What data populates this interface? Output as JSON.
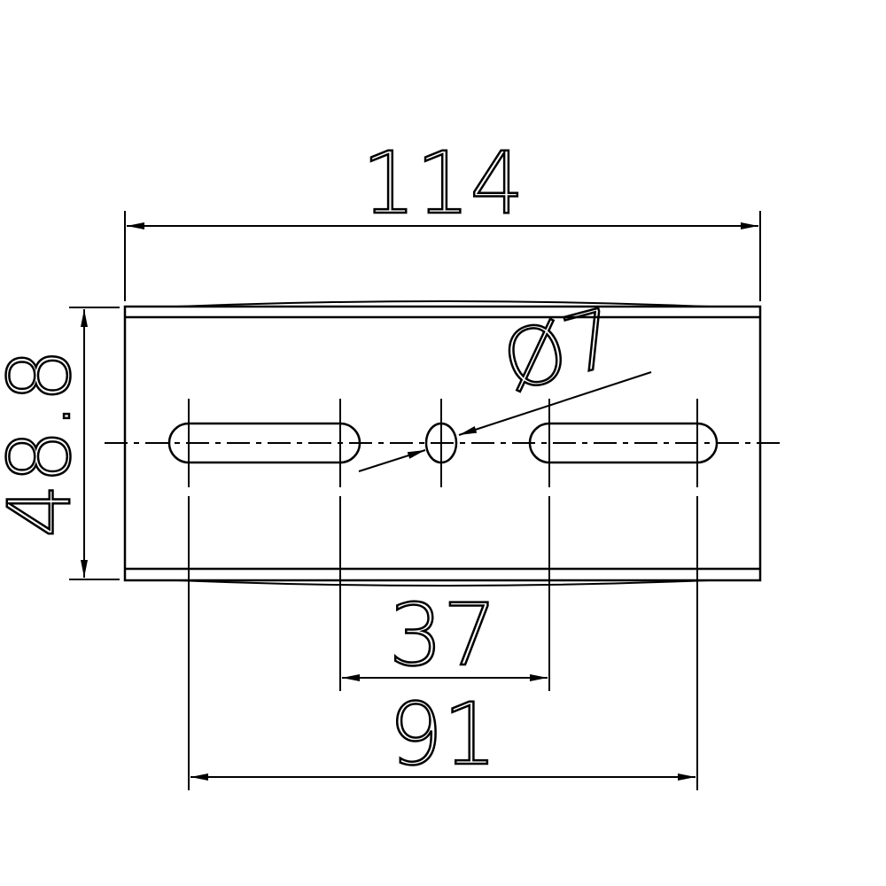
{
  "drawing": {
    "dimensions": {
      "overall_width": "114",
      "height": "48.8",
      "slot_inner_spacing": "37",
      "slot_outer_spacing": "91",
      "hole_diameter": "Ø7"
    },
    "line_color": "#000000",
    "background": "#ffffff"
  }
}
